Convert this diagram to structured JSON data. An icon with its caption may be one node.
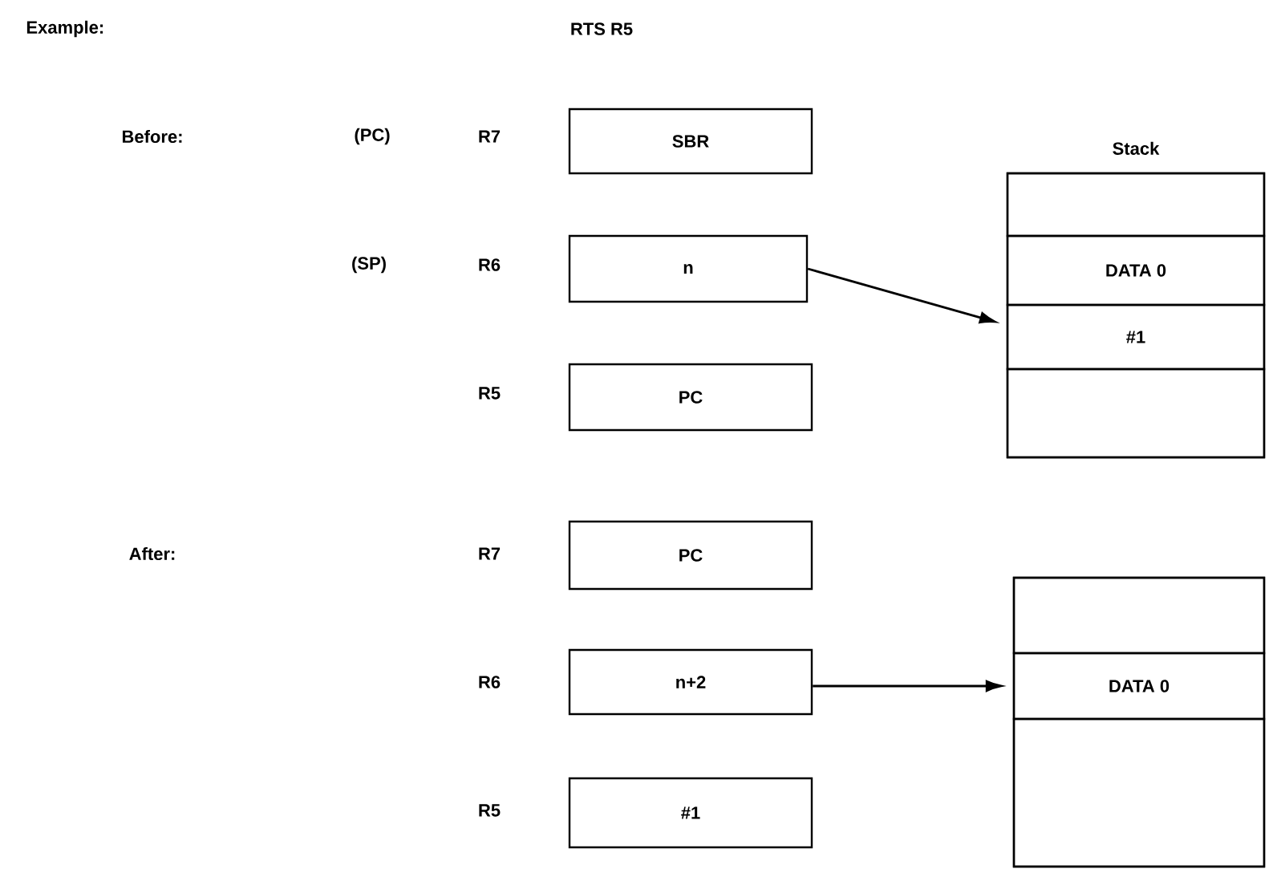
{
  "diagram": {
    "nodes": [
      {
        "text": [
          "SBR"
        ]
      },
      {
        "text": [
          "n"
        ]
      },
      {
        "text": [
          "PC"
        ]
      },
      {
        "text": [
          "Stack"
        ]
      },
      {
        "text": [],
        "shape": "box",
        "in": 3
      },
      {
        "text": [
          "DATA 0"
        ],
        "in": 3
      },
      {
        "text": [
          "#1"
        ],
        "in": 3
      },
      {
        "text": [],
        "shape": "box",
        "in": 3
      },
      {
        "text": [
          "PC"
        ]
      },
      {
        "text": [
          "n+2"
        ]
      },
      {
        "text": [
          "#1"
        ]
      },
      {
        "text": [],
        "shape": "box"
      },
      {
        "text": [],
        "shape": "box",
        "in": 11
      },
      {
        "text": [
          "DATA 0"
        ],
        "in": 11
      },
      {
        "text": [],
        "shape": "box",
        "in": 11
      }
    ],
    "edges": [
      {
        "from": 1,
        "to": 6,
        "arrow": "to"
      },
      {
        "from": 9,
        "to": 13,
        "arrow": "to"
      }
    ],
    "labels": [
      "Example:",
      "RTS R5",
      "Before:",
      "(PC)",
      "R7",
      "(SP)",
      "R6",
      "R5",
      "After:",
      "R7",
      "R6",
      "R5"
    ]
  }
}
